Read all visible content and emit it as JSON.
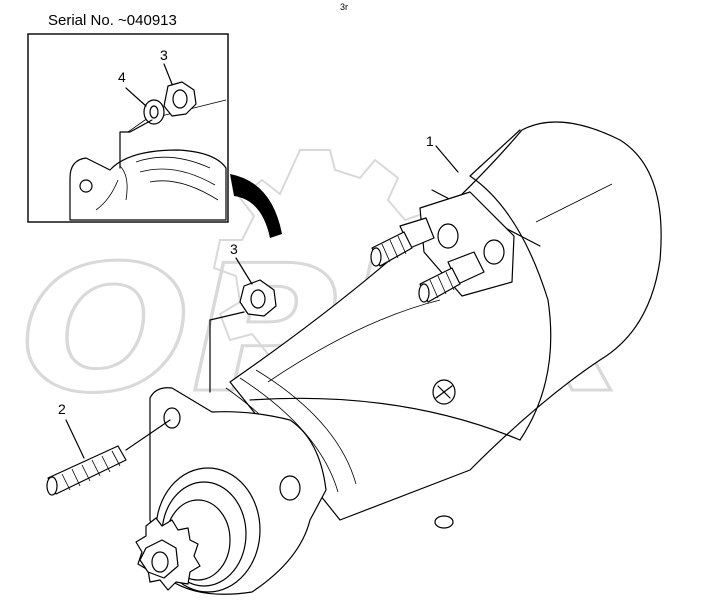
{
  "inset": {
    "serial_label": "Serial No. ~040913",
    "callouts": {
      "nut": "3",
      "washer": "4"
    }
  },
  "main": {
    "callouts": {
      "starter_motor": "1",
      "stud": "2",
      "nut": "3"
    },
    "top_mark": "3r"
  },
  "watermark": {
    "text": "OPEX"
  }
}
